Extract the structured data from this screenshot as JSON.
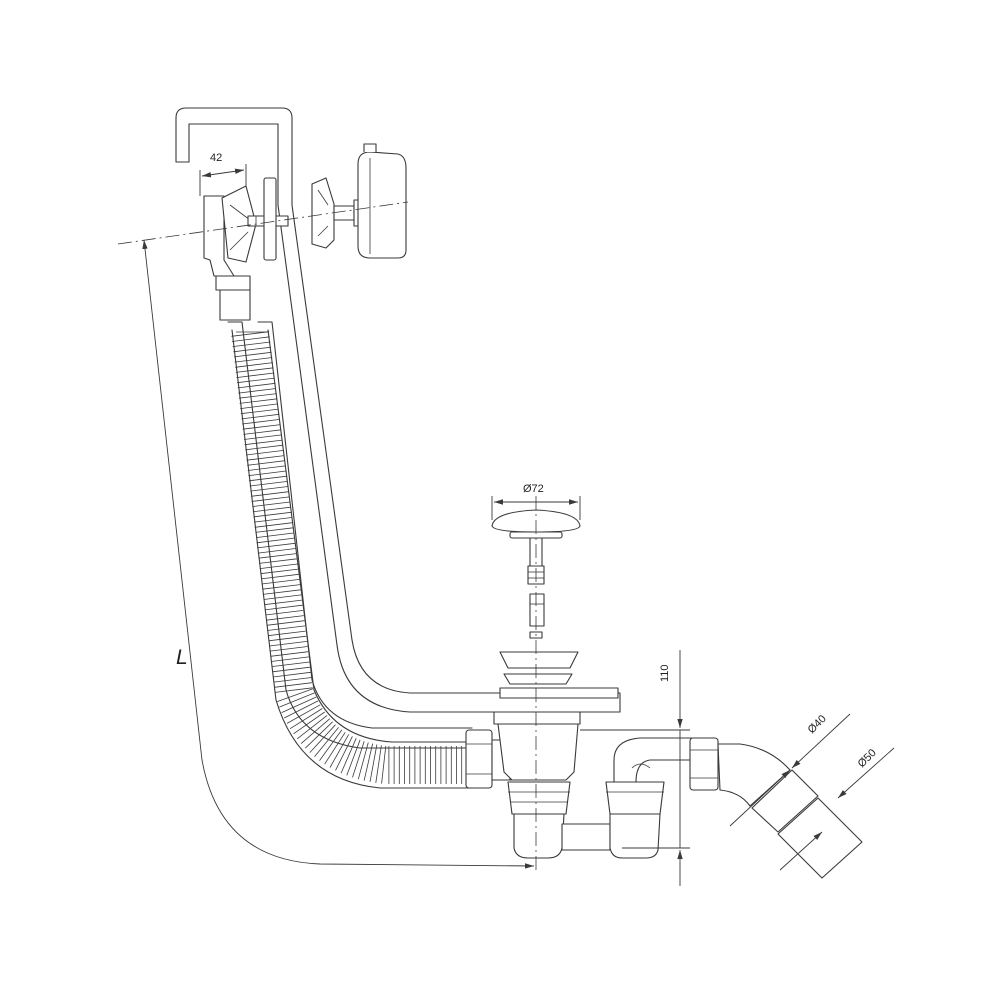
{
  "diagram": {
    "dimensions": {
      "overflow_width": "42",
      "plug_diameter": "Ø72",
      "trap_height": "110",
      "outlet_inner_diameter": "Ø40",
      "outlet_outer_diameter": "Ø50",
      "hose_length": "L"
    },
    "colors": {
      "line": "#3a3a3a",
      "background": "#ffffff"
    }
  }
}
